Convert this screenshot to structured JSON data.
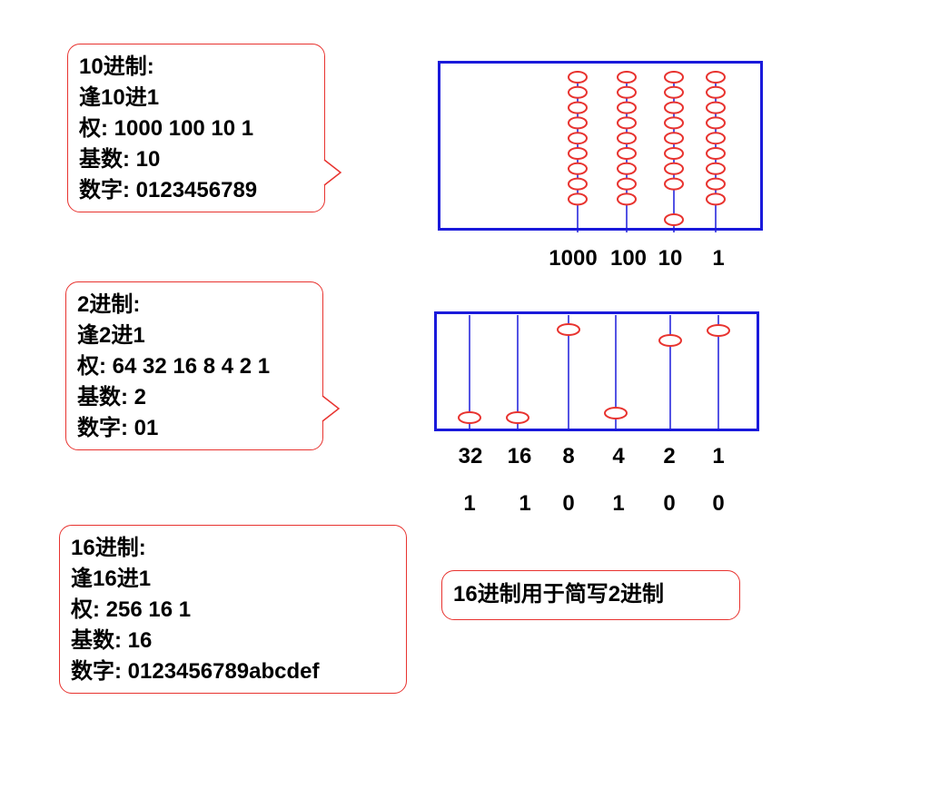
{
  "decimal": {
    "title": "10进制:",
    "carry": "逢10进1",
    "weights": "权: 1000 100 10 1",
    "base": "基数: 10",
    "digits": "数字: 0123456789"
  },
  "binary": {
    "title": "2进制:",
    "carry": "逢2进1",
    "weights": "权: 64 32 16 8 4 2 1",
    "base": "基数: 2",
    "digits": "数字: 01"
  },
  "hex": {
    "title": "16进制:",
    "carry": "逢16进1",
    "weights": "权: 256 16 1",
    "base": "基数: 16",
    "digits": "数字: 0123456789abcdef"
  },
  "note": "16进制用于简写2进制",
  "decimal_abacus": {
    "rod_labels": [
      "1000",
      "100",
      "10",
      "1"
    ],
    "upper_beads": [
      9,
      9,
      8,
      9
    ],
    "lower_beads": [
      0,
      0,
      1,
      0
    ]
  },
  "binary_abacus": {
    "rod_labels": [
      "32",
      "16",
      "8",
      "4",
      "2",
      "1"
    ],
    "bits": [
      "1",
      "1",
      "0",
      "1",
      "0",
      "0"
    ]
  },
  "colors": {
    "frame": "#1a1adb",
    "rod": "#1a1adb",
    "bead": "#e8332f",
    "bubble_border": "#e8332f"
  }
}
